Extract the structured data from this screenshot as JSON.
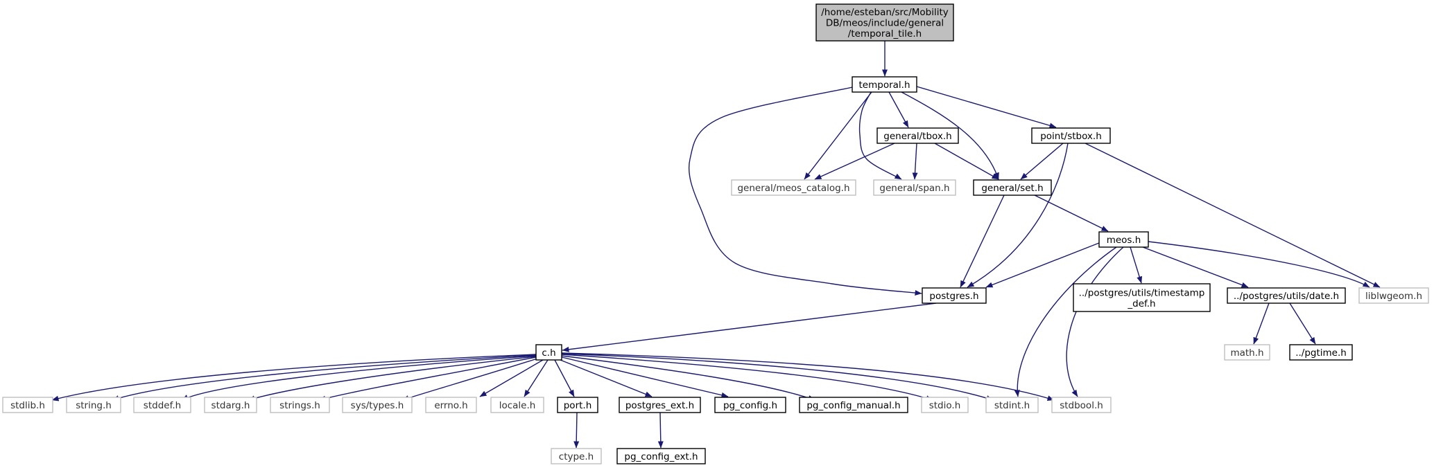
{
  "colors": {
    "edge": "#191970",
    "root_fill": "#bfbfbf",
    "internal_border": "#000000",
    "external_border": "#bfbfbf"
  },
  "nodes": {
    "root": {
      "lines": [
        "/home/esteban/src/Mobility",
        "DB/meos/include/general",
        "/temporal_tile.h"
      ],
      "kind": "root"
    },
    "temporal": {
      "lines": [
        "temporal.h"
      ],
      "kind": "internal"
    },
    "tbox": {
      "lines": [
        "general/tbox.h"
      ],
      "kind": "internal"
    },
    "stbox": {
      "lines": [
        "point/stbox.h"
      ],
      "kind": "internal"
    },
    "meos_catalog": {
      "lines": [
        "general/meos_catalog.h"
      ],
      "kind": "external"
    },
    "span": {
      "lines": [
        "general/span.h"
      ],
      "kind": "external"
    },
    "set": {
      "lines": [
        "general/set.h"
      ],
      "kind": "internal"
    },
    "meos": {
      "lines": [
        "meos.h"
      ],
      "kind": "internal"
    },
    "postgres": {
      "lines": [
        "postgres.h"
      ],
      "kind": "internal"
    },
    "timestamp_def": {
      "lines": [
        "../postgres/utils/timestamp",
        "_def.h"
      ],
      "kind": "internal"
    },
    "date": {
      "lines": [
        "../postgres/utils/date.h"
      ],
      "kind": "internal"
    },
    "liblwgeom": {
      "lines": [
        "liblwgeom.h"
      ],
      "kind": "external"
    },
    "math": {
      "lines": [
        "math.h"
      ],
      "kind": "external"
    },
    "pgtime": {
      "lines": [
        "../pgtime.h"
      ],
      "kind": "internal"
    },
    "c": {
      "lines": [
        "c.h"
      ],
      "kind": "internal"
    },
    "stdlib": {
      "lines": [
        "stdlib.h"
      ],
      "kind": "external"
    },
    "string": {
      "lines": [
        "string.h"
      ],
      "kind": "external"
    },
    "stddef": {
      "lines": [
        "stddef.h"
      ],
      "kind": "external"
    },
    "stdarg": {
      "lines": [
        "stdarg.h"
      ],
      "kind": "external"
    },
    "strings": {
      "lines": [
        "strings.h"
      ],
      "kind": "external"
    },
    "systypes": {
      "lines": [
        "sys/types.h"
      ],
      "kind": "external"
    },
    "errno": {
      "lines": [
        "errno.h"
      ],
      "kind": "external"
    },
    "locale": {
      "lines": [
        "locale.h"
      ],
      "kind": "external"
    },
    "port": {
      "lines": [
        "port.h"
      ],
      "kind": "internal"
    },
    "postgres_ext": {
      "lines": [
        "postgres_ext.h"
      ],
      "kind": "internal"
    },
    "pg_config": {
      "lines": [
        "pg_config.h"
      ],
      "kind": "internal"
    },
    "pg_config_manual": {
      "lines": [
        "pg_config_manual.h"
      ],
      "kind": "internal"
    },
    "stdio": {
      "lines": [
        "stdio.h"
      ],
      "kind": "external"
    },
    "stdint": {
      "lines": [
        "stdint.h"
      ],
      "kind": "external"
    },
    "stdbool": {
      "lines": [
        "stdbool.h"
      ],
      "kind": "external"
    },
    "ctype": {
      "lines": [
        "ctype.h"
      ],
      "kind": "external"
    },
    "pg_config_ext": {
      "lines": [
        "pg_config_ext.h"
      ],
      "kind": "internal"
    }
  },
  "edges": [
    [
      "root",
      "temporal"
    ],
    [
      "temporal",
      "postgres"
    ],
    [
      "temporal",
      "meos_catalog"
    ],
    [
      "temporal",
      "span"
    ],
    [
      "temporal",
      "tbox"
    ],
    [
      "temporal",
      "set"
    ],
    [
      "temporal",
      "stbox"
    ],
    [
      "tbox",
      "meos_catalog"
    ],
    [
      "tbox",
      "span"
    ],
    [
      "tbox",
      "set"
    ],
    [
      "stbox",
      "set"
    ],
    [
      "stbox",
      "postgres"
    ],
    [
      "stbox",
      "liblwgeom"
    ],
    [
      "set",
      "postgres"
    ],
    [
      "set",
      "meos"
    ],
    [
      "meos",
      "postgres"
    ],
    [
      "meos",
      "timestamp_def"
    ],
    [
      "meos",
      "date"
    ],
    [
      "meos",
      "liblwgeom"
    ],
    [
      "meos",
      "stdint"
    ],
    [
      "meos",
      "stdbool"
    ],
    [
      "date",
      "math"
    ],
    [
      "date",
      "pgtime"
    ],
    [
      "postgres",
      "c"
    ],
    [
      "c",
      "stdlib"
    ],
    [
      "c",
      "string"
    ],
    [
      "c",
      "stddef"
    ],
    [
      "c",
      "stdarg"
    ],
    [
      "c",
      "strings"
    ],
    [
      "c",
      "systypes"
    ],
    [
      "c",
      "errno"
    ],
    [
      "c",
      "locale"
    ],
    [
      "c",
      "port"
    ],
    [
      "c",
      "postgres_ext"
    ],
    [
      "c",
      "pg_config"
    ],
    [
      "c",
      "pg_config_manual"
    ],
    [
      "c",
      "stdio"
    ],
    [
      "c",
      "stdint"
    ],
    [
      "c",
      "stdbool"
    ],
    [
      "port",
      "ctype"
    ],
    [
      "postgres_ext",
      "pg_config_ext"
    ]
  ]
}
